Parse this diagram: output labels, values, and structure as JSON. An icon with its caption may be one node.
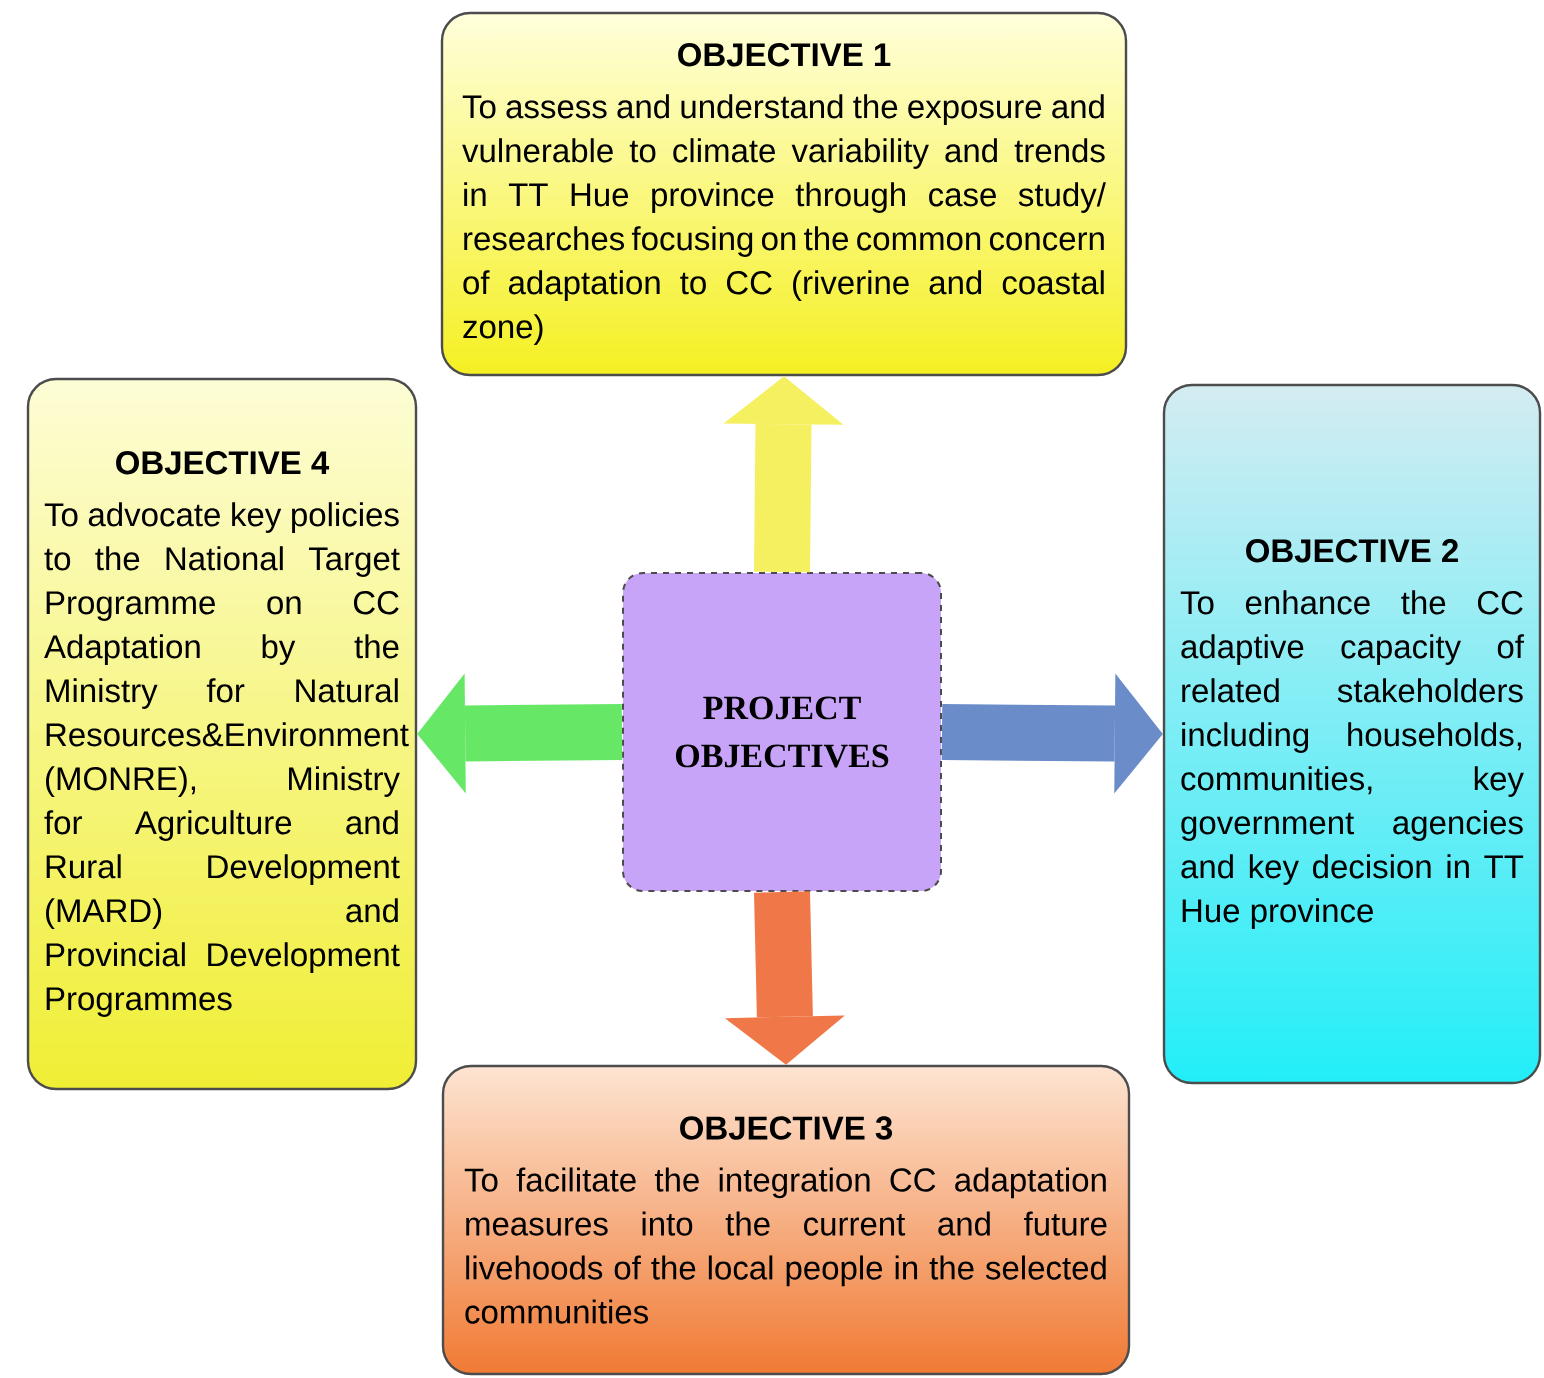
{
  "diagram": {
    "nodes": [
      {
        "text": [
          "PROJECT OBJECTIVES"
        ]
      },
      {
        "text": [
          "OBJECTIVE 1",
          "To assess and understand the exposure and vulnerable to climate variability and trends in TT Hue province through case study/ researches focusing on the common concern of adaptation to CC (riverine and coastal zone)"
        ]
      },
      {
        "text": [
          "OBJECTIVE 2",
          "To enhance the CC adaptive capacity of related stakeholders including households, communities, key government agencies and key decision in TT Hue province"
        ]
      },
      {
        "text": [
          "OBJECTIVE 3",
          "To facilitate the integration CC adaptation measures into the current and future livehoods of the local people in the selected communities"
        ]
      },
      {
        "text": [
          "OBJECTIVE 4",
          "To advocate key policies to the National Target Programme on CC Adaptation by the Ministry for Natural Resources&Environment (MONRE), Ministry for Agriculture and Rural Development (MARD) and Provincial Development Programmes"
        ]
      }
    ],
    "edges": [
      {
        "from": 0,
        "to": 1,
        "arrow": "to",
        "color": "#f5f060"
      },
      {
        "from": 0,
        "to": 2,
        "arrow": "to",
        "color": "#6a8cc8"
      },
      {
        "from": 0,
        "to": 3,
        "arrow": "to",
        "color": "#f07848"
      },
      {
        "from": 0,
        "to": 4,
        "arrow": "to",
        "color": "#66e866"
      }
    ]
  }
}
